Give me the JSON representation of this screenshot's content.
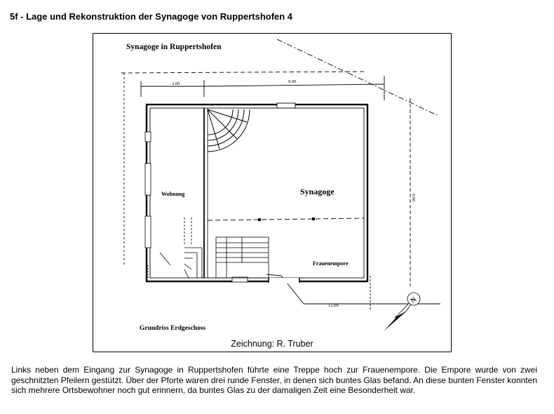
{
  "page": {
    "title": "5f - Lage und Rekonstruktion der Synagoge von Ruppertshofen  4"
  },
  "drawing": {
    "heading": "Synagoge in Ruppertshofen",
    "dimensions": {
      "top_left": "3.00",
      "top_right": "9.00",
      "right_side": "9.00",
      "bottom": "12.00"
    },
    "rooms": {
      "apartment": "Wohnung",
      "synagogue": "Synagoge",
      "womens_gallery": "Frauenempore"
    },
    "plan_label": "Grundriss Erdgeschoss",
    "compass_letter": "N",
    "credit": "Zeichnung: R. Truber"
  },
  "caption": "Links neben dem Eingang zur Synagoge in Ruppertshofen führte eine Treppe hoch zur Frauenempore. Die Empore wurde von zwei geschnitzten Pfeilern gestützt. Über der Pforte waren  drei runde Fenster, in denen sich buntes Glas befand. An diese bunten Fenster konnten sich mehrere Ortsbewohner noch gut erinnern, da buntes Glas zu der damaligen Zeit eine Besonderheit war."
}
